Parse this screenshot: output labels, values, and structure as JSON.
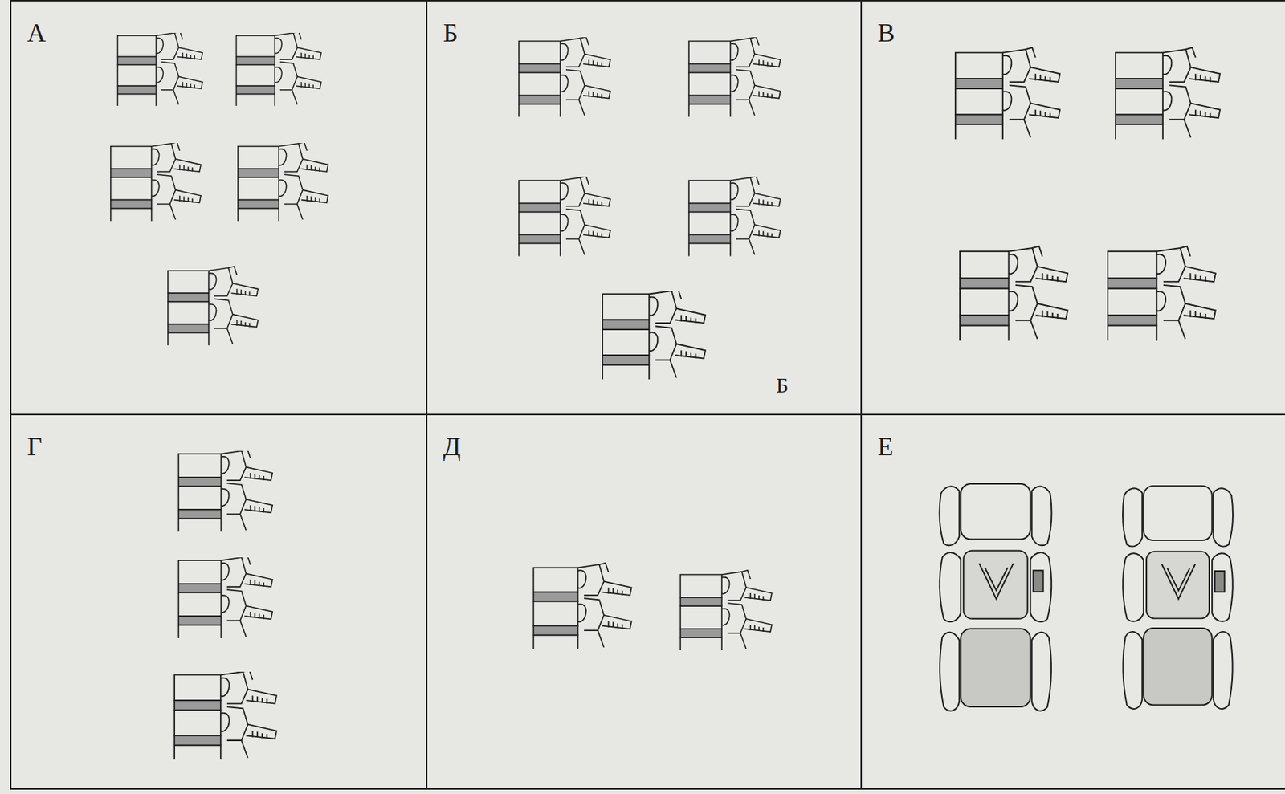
{
  "diagram": {
    "nodes": [
      {
        "text": [
          "А"
        ]
      },
      {
        "text": [
          "Б"
        ]
      },
      {
        "text": [
          "В"
        ]
      },
      {
        "text": [
          "Г"
        ]
      },
      {
        "text": [
          "Д"
        ]
      },
      {
        "text": [
          "Е"
        ]
      }
    ],
    "labels": [
      "Б"
    ]
  }
}
